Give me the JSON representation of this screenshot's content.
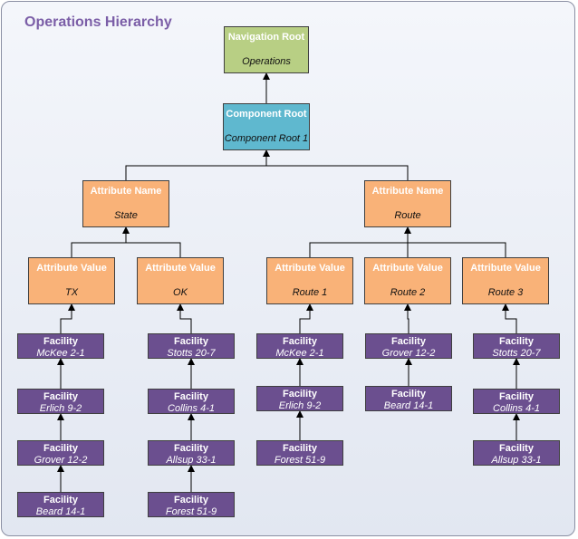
{
  "title": "Operations Hierarchy",
  "colors": {
    "navigation_root": "#b8cf84",
    "component_root": "#5fb8cf",
    "attribute": "#f9b278",
    "facility": "#6b4f8f",
    "title": "#7b5ea7"
  },
  "navigation_root": {
    "label": "Navigation Root",
    "value": "Operations"
  },
  "component_root": {
    "label": "Component Root",
    "value": "Component Root 1"
  },
  "attribute_names": [
    {
      "label": "Attribute Name",
      "value": "State"
    },
    {
      "label": "Attribute Name",
      "value": "Route"
    }
  ],
  "attribute_values": [
    {
      "label": "Attribute Value",
      "value": "TX",
      "facilities": [
        {
          "label": "Facility",
          "value": "McKee 2-1"
        },
        {
          "label": "Facility",
          "value": "Erlich 9-2"
        },
        {
          "label": "Facility",
          "value": "Grover 12-2"
        },
        {
          "label": "Facility",
          "value": "Beard 14-1"
        }
      ]
    },
    {
      "label": "Attribute Value",
      "value": "OK",
      "facilities": [
        {
          "label": "Facility",
          "value": "Stotts 20-7"
        },
        {
          "label": "Facility",
          "value": "Collins 4-1"
        },
        {
          "label": "Facility",
          "value": "Allsup 33-1"
        },
        {
          "label": "Facility",
          "value": "Forest 51-9"
        }
      ]
    },
    {
      "label": "Attribute Value",
      "value": "Route 1",
      "facilities": [
        {
          "label": "Facility",
          "value": "McKee 2-1"
        },
        {
          "label": "Facility",
          "value": "Erlich 9-2"
        },
        {
          "label": "Facility",
          "value": "Forest 51-9"
        }
      ]
    },
    {
      "label": "Attribute Value",
      "value": "Route 2",
      "facilities": [
        {
          "label": "Facility",
          "value": "Grover 12-2"
        },
        {
          "label": "Facility",
          "value": "Beard 14-1"
        }
      ]
    },
    {
      "label": "Attribute Value",
      "value": "Route 3",
      "facilities": [
        {
          "label": "Facility",
          "value": "Stotts 20-7"
        },
        {
          "label": "Facility",
          "value": "Collins 4-1"
        },
        {
          "label": "Facility",
          "value": "Allsup 33-1"
        }
      ]
    }
  ]
}
